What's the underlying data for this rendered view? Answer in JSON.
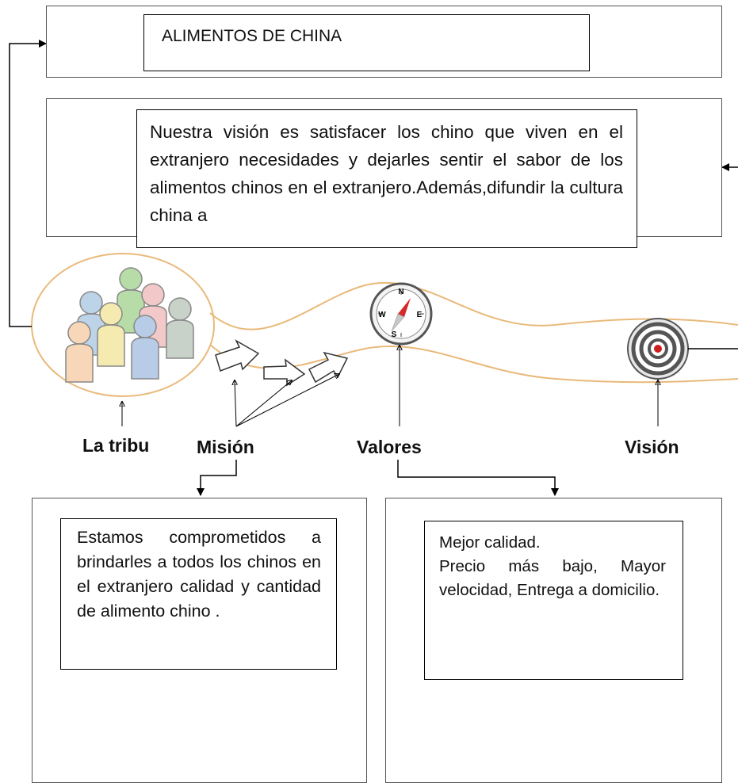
{
  "title": "ALIMENTOS DE CHINA",
  "vision_text": "Nuestra visión es satisfacer los chino que viven en el extranjero necesidades y dejarles sentir el sabor de los alimentos chinos en el extranjero.Además,difundir la cultura china a",
  "mision_text": "Estamos comprometidos a brindarles a todos los chinos en el extranjero calidad y cantidad de alimento chino .",
  "valores_text": "Mejor calidad.\nPrecio más bajo, Mayor velocidad, Entrega a domicilio.",
  "labels": {
    "tribu": "La tribu",
    "mision": "Misión",
    "valores": "Valores",
    "vision": "Visión"
  },
  "compass_letters": {
    "n": "N",
    "s": "S",
    "e": "E",
    "w": "W"
  },
  "colors": {
    "path": "#e9b97a",
    "target": "#cc1f1f"
  }
}
